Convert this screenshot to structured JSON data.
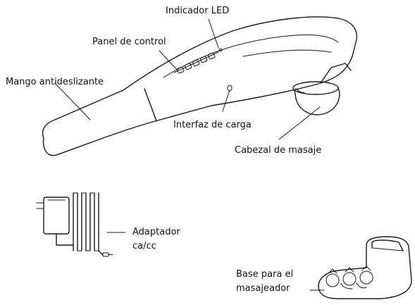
{
  "labels": {
    "led": "Indicador LED",
    "panel": "Panel de control",
    "grip": "Mango antideslizante",
    "charge": "Interfaz de carga",
    "head": "Cabezal de masaje",
    "adapter_line1": "Adaptador",
    "adapter_line2": "ca/cc",
    "base_line1": "Base para el",
    "base_line2": "masajeador"
  }
}
